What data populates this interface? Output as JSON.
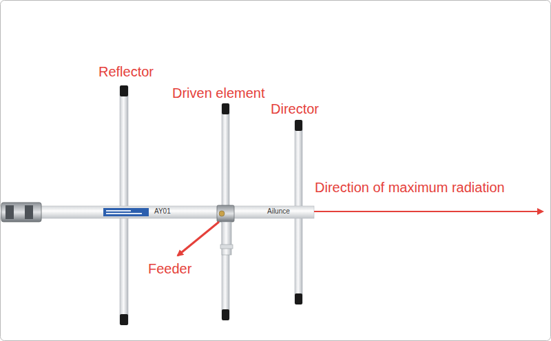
{
  "diagram": {
    "labels": [
      "Reflector",
      "Driven element",
      "Director",
      "Direction of maximum radiation",
      "AY01",
      "Ailunce",
      "Feeder"
    ]
  }
}
